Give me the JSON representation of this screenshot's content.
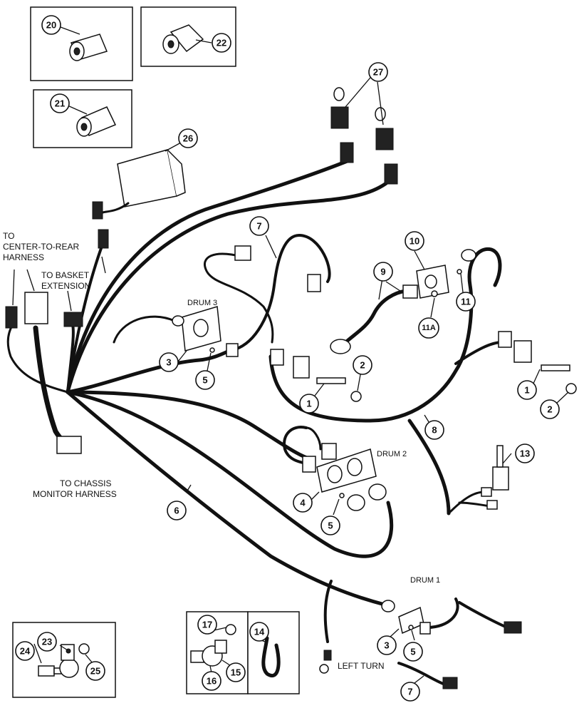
{
  "labels": {
    "center_rear_1": "TO",
    "center_rear_2": "CENTER-TO-REAR",
    "center_rear_3": "HARNESS",
    "basket_1": "TO BASKET",
    "basket_2": "EXTENSION",
    "chassis_1": "TO CHASSIS",
    "chassis_2": "MONITOR HARNESS",
    "drum1": "DRUM 1",
    "drum2": "DRUM 2",
    "drum3": "DRUM 3",
    "left_turn": "LEFT TURN"
  },
  "callouts": {
    "c1a": "1",
    "c1b": "1",
    "c2a": "2",
    "c2b": "2",
    "c3a": "3",
    "c3b": "3",
    "c4": "4",
    "c5a": "5",
    "c5b": "5",
    "c5c": "5",
    "c6": "6",
    "c7a": "7",
    "c7b": "7",
    "c8": "8",
    "c9": "9",
    "c10": "10",
    "c11": "11",
    "c11a": "11A",
    "c13": "13",
    "c14": "14",
    "c15": "15",
    "c16": "16",
    "c17": "17",
    "c20": "20",
    "c21": "21",
    "c22": "22",
    "c23": "23",
    "c24": "24",
    "c25": "25",
    "c26": "26",
    "c27": "27"
  }
}
